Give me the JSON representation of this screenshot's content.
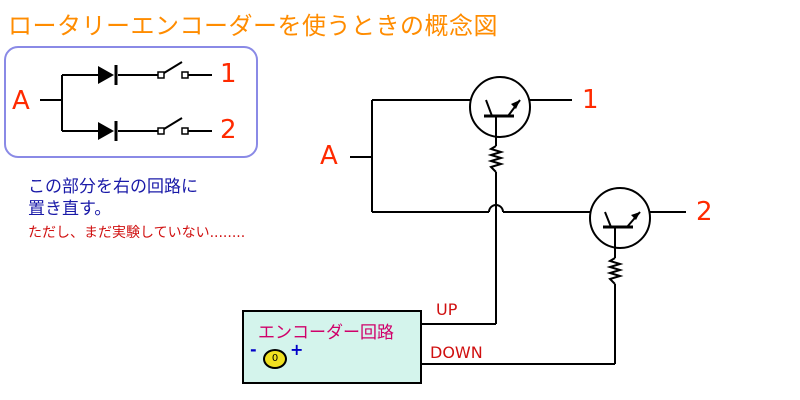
{
  "title": "ロータリーエンコーダーを使うときの概念図",
  "inset": {
    "input_label": "A",
    "output_1": "1",
    "output_2": "2"
  },
  "description": {
    "line1": "この部分を右の回路に",
    "line2": "置き直す。",
    "line3": "ただし、まだ実験していない........"
  },
  "circuit": {
    "input_label": "A",
    "output_1": "1",
    "output_2": "2"
  },
  "encoder": {
    "label": "エンコーダー回路",
    "minus": "-",
    "plus": "+",
    "knob": "0",
    "up_label": "UP",
    "down_label": "DOWN"
  },
  "colors": {
    "title": "#ff8c00",
    "labels": "#ff2a00",
    "description": "#1a1aa8",
    "note": "#d01010",
    "encoder_fill": "#d4f4ec",
    "encoder_label": "#d0006a",
    "inset_border": "#8a8ae6",
    "knob": "#f0e020"
  }
}
